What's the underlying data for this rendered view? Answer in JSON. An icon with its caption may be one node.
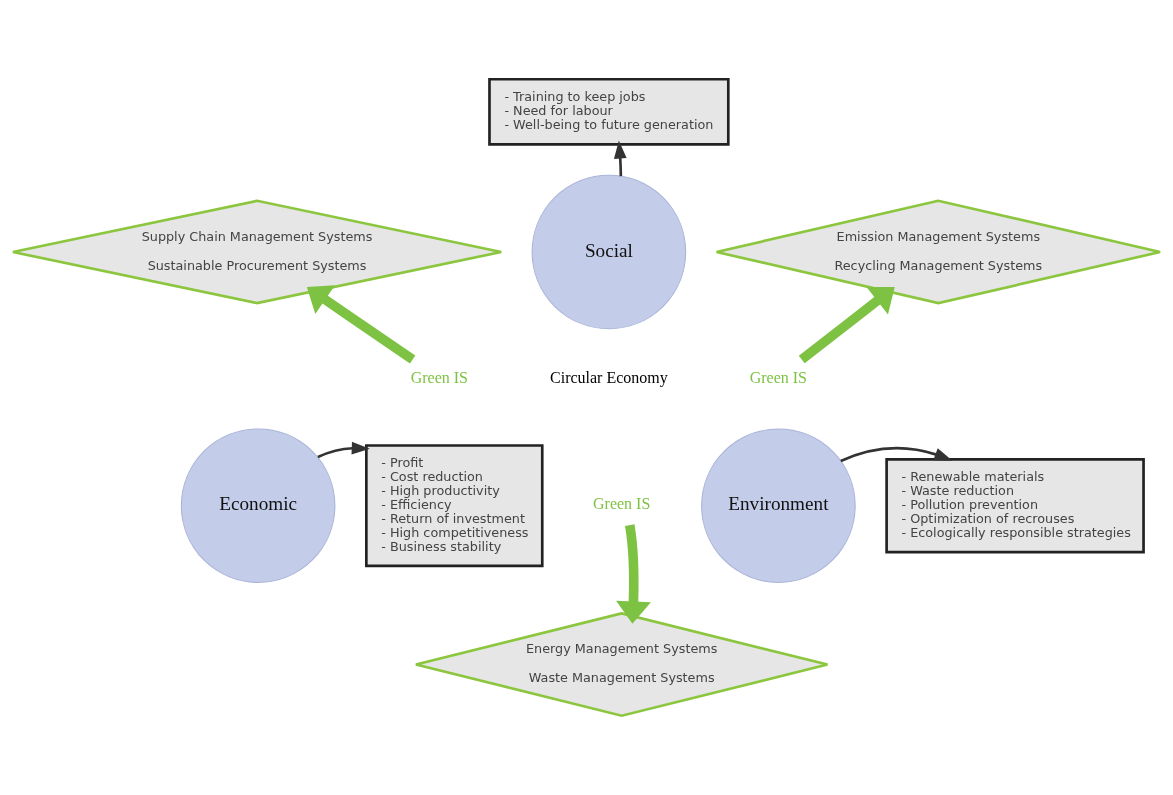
{
  "diagram": {
    "nodes": [
      {
        "text": [
          "- Training to keep jobs",
          "- Need for labour",
          "- Well-being to future generation"
        ]
      },
      {
        "text": [
          "Supply Chain Management Systems",
          "Sustainable Procurement Systems"
        ]
      },
      {
        "text": [
          "Emission Management Systems",
          "Recycling Management Systems"
        ]
      },
      {
        "text": [
          "Social"
        ]
      },
      {
        "text": [
          "Green IS"
        ]
      },
      {
        "text": [
          "Green IS"
        ]
      },
      {
        "text": [
          "Economic"
        ]
      },
      {
        "text": [
          "Environment"
        ]
      },
      {
        "text": [
          "Green IS"
        ]
      },
      {
        "text": [
          "- Profit",
          "- Cost reduction",
          "- High productivity",
          "- Efficiency",
          "- Return of investment",
          "- High competitiveness",
          "- Business stability"
        ]
      },
      {
        "text": [
          "- Renewable materials",
          "- Waste reduction",
          "- Pollution prevention",
          "- Optimization of recrouses",
          "- Ecologically responsible strategies"
        ]
      },
      {
        "text": [
          "Energy Management Systems",
          "Waste Management Systems"
        ]
      }
    ],
    "edges": [
      {
        "from": 3,
        "to": 0,
        "arrow": "to",
        "color": "#333333"
      },
      {
        "from": 4,
        "to": 1,
        "arrow": "to",
        "style": "thick",
        "color": "#7dc242"
      },
      {
        "from": 5,
        "to": 2,
        "arrow": "to",
        "style": "thick",
        "color": "#7dc242"
      },
      {
        "from": 6,
        "to": 9,
        "arrow": "to",
        "color": "#333333"
      },
      {
        "from": 7,
        "to": 10,
        "arrow": "to",
        "color": "#333333"
      },
      {
        "from": 8,
        "to": 11,
        "arrow": "to",
        "style": "thick",
        "color": "#7dc242"
      }
    ],
    "labels": [
      "Circular Economy"
    ]
  }
}
